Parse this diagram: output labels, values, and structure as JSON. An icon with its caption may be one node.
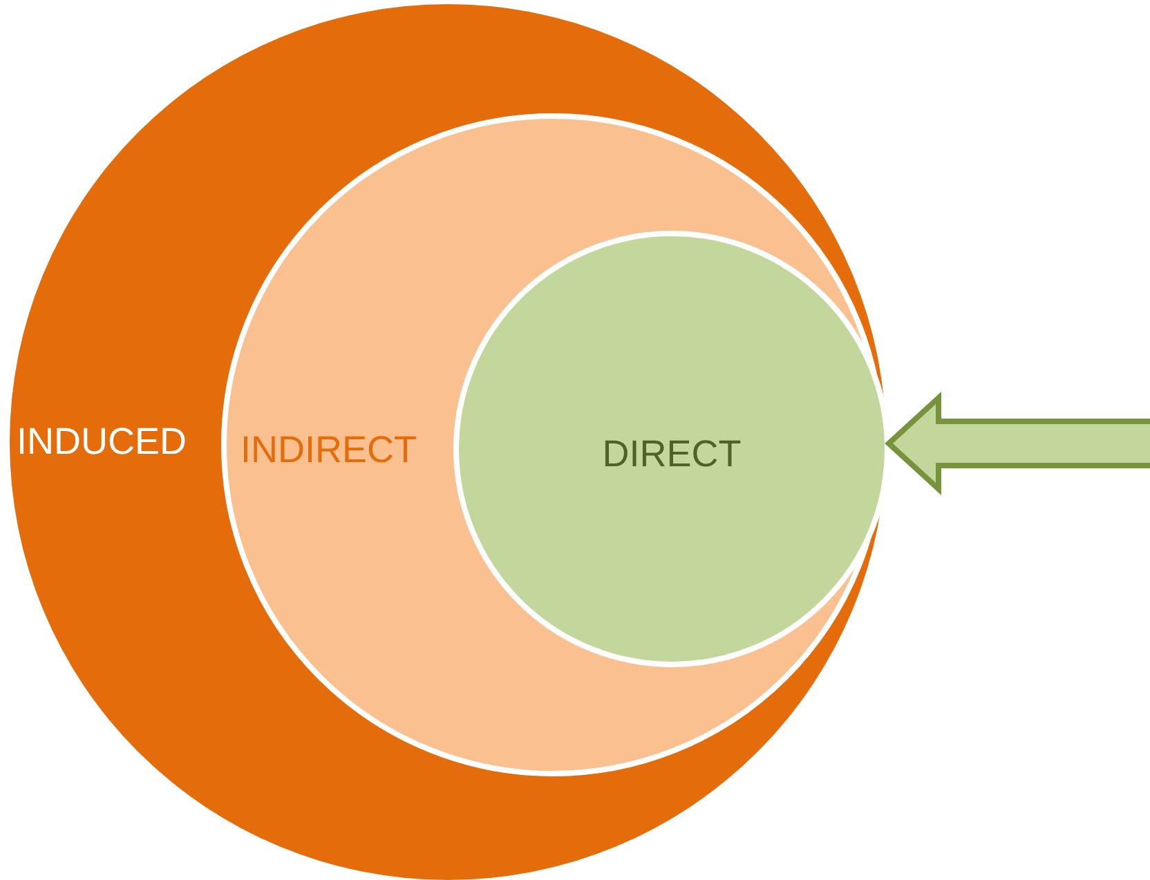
{
  "diagram": {
    "nodes": [
      {
        "text": [
          "INDUCED"
        ]
      },
      {
        "text": [
          "INDIRECT"
        ],
        "in": 0
      },
      {
        "text": [
          "DIRECT"
        ],
        "in": 1
      }
    ],
    "edges": [
      {
        "from": null,
        "to": 2,
        "arrow": "to"
      }
    ]
  }
}
